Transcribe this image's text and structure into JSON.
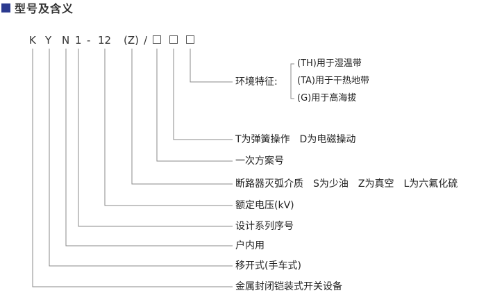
{
  "heading": "型号及含义",
  "model": {
    "k": "K",
    "y": "Y",
    "n": "N",
    "one": "1",
    "dash": "-",
    "twelve": "12",
    "paren_z": "(Z)",
    "slash": "/"
  },
  "environment": {
    "label": "环境特征:",
    "options": [
      "(TH)用于湿温带",
      "(TA)用于干热地带",
      "(G)用于高海拔"
    ]
  },
  "meanings": [
    "T为弹簧操作　D为电磁操动",
    "一次方案号",
    "断路器灭弧介质　S为少油　Z为真空　L为六氟化硫",
    "额定电压(kV)",
    "设计系列序号",
    "户内用",
    "移开式(手车式)",
    "金属封闭铠装式开关设备"
  ]
}
